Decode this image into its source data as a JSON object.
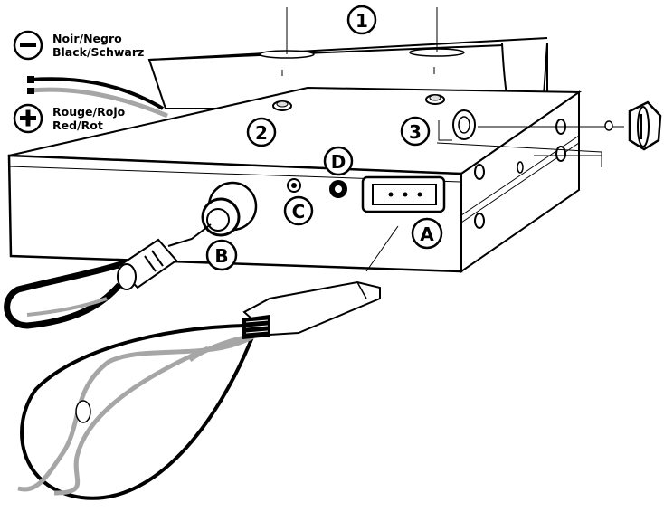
{
  "legend": {
    "negative": {
      "symbol": "−",
      "line1": "Noir/Negro",
      "line2": "Black/Schwarz"
    },
    "positive": {
      "symbol": "+",
      "line1": "Rouge/Rojo",
      "line2": "Red/Rot"
    }
  },
  "callouts": {
    "bracket": "1",
    "screw": "2",
    "knob": "3",
    "power_socket": "A",
    "antenna_socket": "B",
    "jack_c": "C",
    "jack_d": "D"
  },
  "colors": {
    "line": "#000000",
    "wire_gray": "#a6a6a6",
    "paper": "#ffffff"
  }
}
